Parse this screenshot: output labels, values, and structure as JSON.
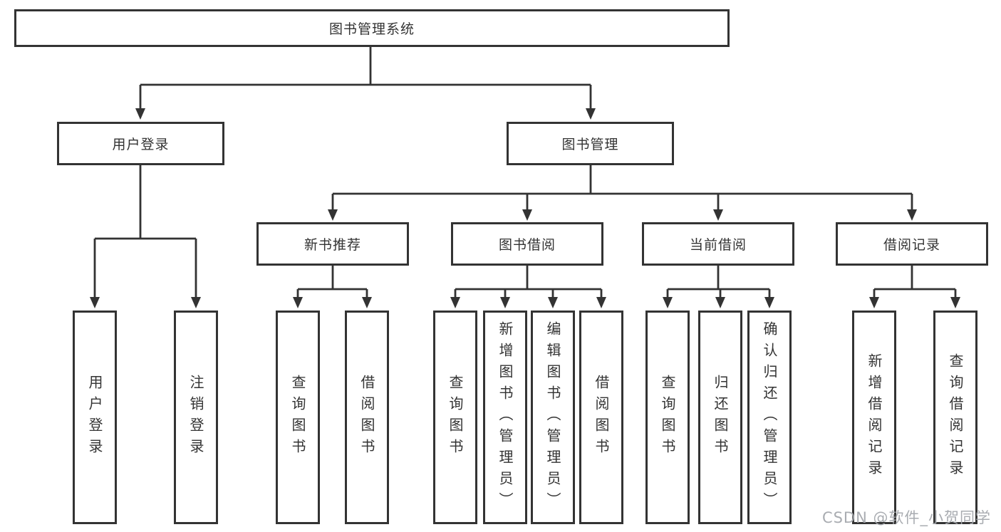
{
  "diagram_title": "图书管理系统",
  "nodes": {
    "root": "图书管理系统",
    "l2": [
      "用户登录",
      "图书管理"
    ],
    "l3": [
      "新书推荐",
      "图书借阅",
      "当前借阅",
      "借阅记录"
    ],
    "leaves": [
      "用户登录",
      "注销登录",
      "查询图书",
      "借阅图书",
      "查询图书",
      "新增图书（管理员）",
      "编辑图书（管理员）",
      "借阅图书",
      "查询图书",
      "归还图书",
      "确认归还（管理员）",
      "新增借阅记录",
      "查询借阅记录"
    ]
  },
  "hierarchy": {
    "图书管理系统": {
      "用户登录": [
        "用户登录",
        "注销登录"
      ],
      "图书管理": {
        "新书推荐": [
          "查询图书",
          "借阅图书"
        ],
        "图书借阅": [
          "查询图书",
          "新增图书（管理员）",
          "编辑图书（管理员）",
          "借阅图书"
        ],
        "当前借阅": [
          "查询图书",
          "归还图书",
          "确认归还（管理员）"
        ],
        "借阅记录": [
          "新增借阅记录",
          "查询借阅记录"
        ]
      }
    }
  },
  "watermark": "CSDN @软件_小贺同学",
  "colors": {
    "line": "#333333",
    "text": "#333333",
    "box_background": "#ffffff",
    "page_background": "#ffffff",
    "watermark": "#a4a8ad"
  }
}
